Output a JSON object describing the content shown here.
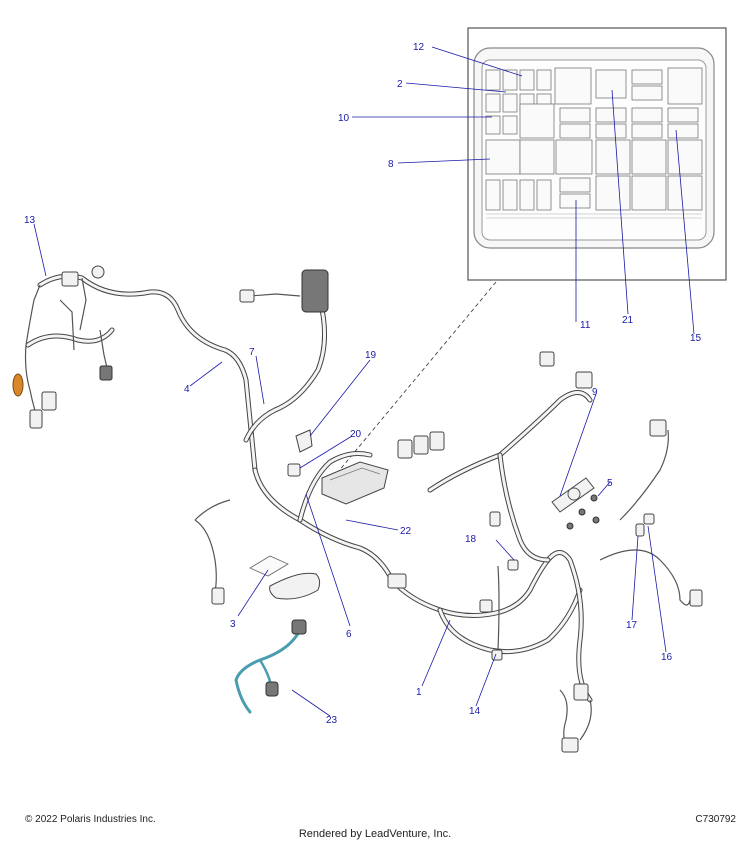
{
  "callouts": {
    "c1": "1",
    "c2": "2",
    "c3": "3",
    "c4": "4",
    "c5": "5",
    "c6": "6",
    "c7": "7",
    "c8": "8",
    "c9": "9",
    "c10": "10",
    "c11": "11",
    "c12": "12",
    "c13": "13",
    "c14": "14",
    "c15": "15",
    "c16": "16",
    "c17": "17",
    "c18": "18",
    "c19": "19",
    "c20": "20",
    "c21": "21",
    "c22": "22",
    "c23": "23"
  },
  "footer": {
    "copyright": "© 2022 Polaris Industries Inc.",
    "drawing_id": "C730792",
    "render_credit": "Rendered by LeadVenture, Inc."
  },
  "colors": {
    "callout": "#1a1aa8",
    "accent_orange": "#d9872a",
    "accent_teal": "#4a9db0"
  }
}
